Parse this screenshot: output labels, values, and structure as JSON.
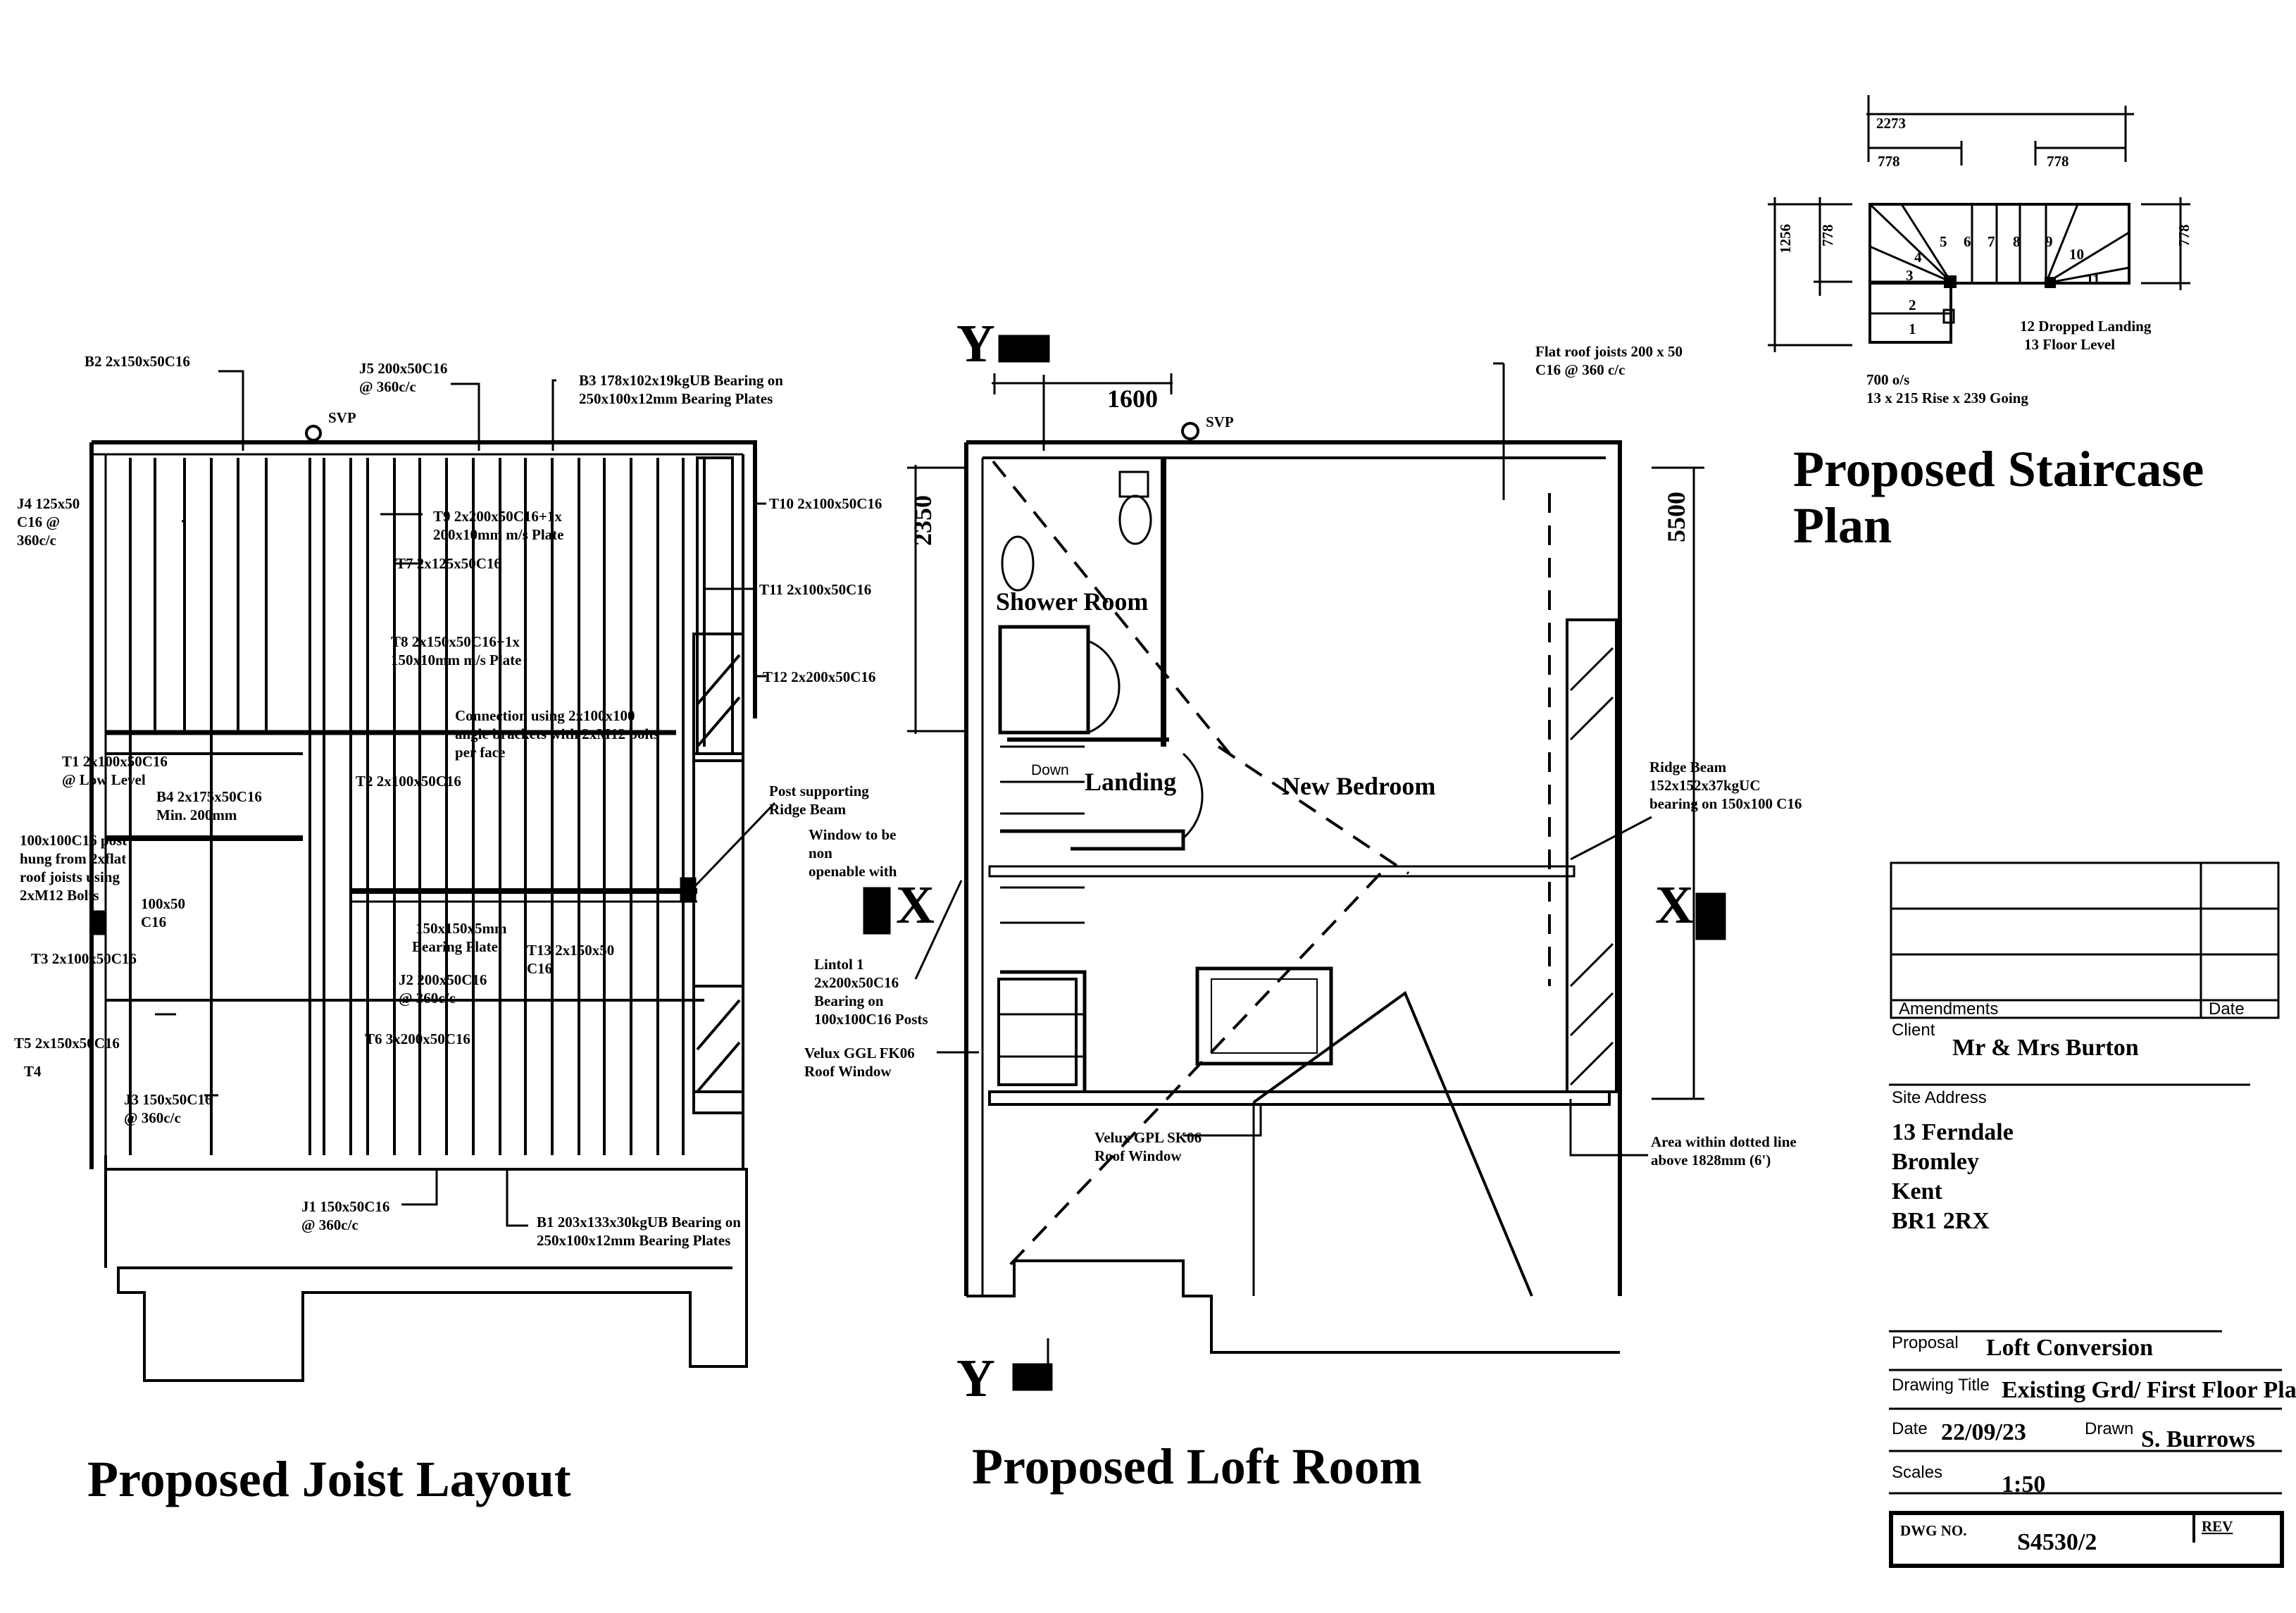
{
  "titles": {
    "joist": "Proposed Joist Layout",
    "loft": "Proposed Loft Room",
    "stair_1": "Proposed Staircase",
    "stair_2": "Plan"
  },
  "joist_labels": {
    "b2": "B2 2x150x50C16",
    "j5a": "J5 200x50C16",
    "j5b": "@ 360c/c",
    "b3a": "B3 178x102x19kgUB Bearing on",
    "b3b": "250x100x12mm Bearing Plates",
    "svp": "SVP",
    "j4a": "J4 125x50",
    "j4b": "C16 @",
    "j4c": "360c/c",
    "t9a": "T9 2x200x50C16+1x",
    "t9b": "200x10mm m/s Plate",
    "t7": "T7 2x125x50C16",
    "t10": "T10 2x100x50C16",
    "t11": "T11 2x100x50C16",
    "t8a": "T8 2x150x50C16+1x",
    "t8b": "150x10mm m/s Plate",
    "t12": "T12 2x200x50C16",
    "conn_a": "Connection using  2x100x100",
    "conn_b": "angle brackets with 2xM12 bolts",
    "conn_c": "per face",
    "t1a": "T1 2x100x50C16",
    "t1b": "@ Low Level",
    "t2": "T2 2x100x50C16",
    "b4a": "B4 2x175x50C16",
    "b4b": "Min. 200mm",
    "post_a": "100x100C16 post",
    "post_b": "hung from 2xflat",
    "post_c": "roof joists using",
    "post_d": "2xM12 Bolts",
    "c100a": "100x50",
    "c100b": "C16",
    "plate_a": "150x150x5mm",
    "plate_b": "Bearing Plate",
    "t13a": "T13 2x150x50",
    "t13b": "C16",
    "t3": "T3 2x100x50C16",
    "j2a": "J2 200x50C16",
    "j2b": "@ 360c/c",
    "t5": "T5 2x150x50C16",
    "t6": "T6 3x200x50C16",
    "t4": "T4",
    "j3a": "J3 150x50C16",
    "j3b": "@ 360c/c",
    "j1a": "J1 150x50C16",
    "j1b": "@ 360c/c",
    "b1a": "B1 203x133x30kgUB Bearing on",
    "b1b": "250x100x12mm Bearing Plates",
    "ridge_post_a": "Post supporting",
    "ridge_post_b": "Ridge Beam"
  },
  "loft_labels": {
    "y_top": "Y",
    "y_bottom": "Y",
    "x_left": "X",
    "x_right": "X",
    "dim_1600": "1600",
    "dim_2350": "2350",
    "dim_5500": "5500",
    "svp": "SVP",
    "flat_a": "Flat roof joists 200 x 50",
    "flat_b": "C16 @ 360 c/c",
    "shower": "Shower Room",
    "landing": "Landing",
    "down": "Down",
    "bedroom": "New Bedroom",
    "ridge_a": "Ridge Beam",
    "ridge_b": "152x152x37kgUC",
    "ridge_c": "bearing on 150x100 C16",
    "win_a": "Window to be",
    "win_b": "non",
    "win_c": "openable with",
    "lintel_a": "Lintol 1",
    "lintel_b": "2x200x50C16",
    "lintel_c": "Bearing on",
    "lintel_d": "100x100C16 Posts",
    "velux1_a": "Velux GGL FK06",
    "velux1_b": "Roof Window",
    "velux2_a": "Velux GPL SK06",
    "velux2_b": "Roof Window",
    "area_a": "Area within dotted line",
    "area_b": "above 1828mm (6')"
  },
  "stair_labels": {
    "d2273": "2273",
    "d778a": "778",
    "d778b": "778",
    "d1256": "1256",
    "d778c": "778",
    "d778d": "778",
    "s1": "1",
    "s2": "2",
    "s3": "3",
    "s4": "4",
    "s5": "5",
    "s6": "6",
    "s7": "7",
    "s8": "8",
    "s9": "9",
    "s10": "10",
    "s11": "11",
    "landing_a": "12 Dropped Landing",
    "landing_b": "13 Floor Level",
    "note_a": "700 o/s",
    "note_b": "13 x 215 Rise x 239 Going"
  },
  "title_block": {
    "amendments": "Amendments",
    "date_col": "Date",
    "client_label": "Client",
    "client": "Mr & Mrs Burton",
    "site_label": "Site Address",
    "addr1": "13 Ferndale",
    "addr2": "Bromley",
    "addr3": "Kent",
    "addr4": "BR1 2RX",
    "proposal_label": "Proposal",
    "proposal": "Loft Conversion",
    "drawing_title_label": "Drawing Title",
    "drawing_title": "Existing Grd/ First Floor Plan",
    "date_label": "Date",
    "date": "22/09/23",
    "drawn_label": "Drawn",
    "drawn": "S. Burrows",
    "scales_label": "Scales",
    "scale": "1:50",
    "dwg_label": "DWG NO.",
    "dwg_no": "S4530/2",
    "rev_label": "REV"
  }
}
